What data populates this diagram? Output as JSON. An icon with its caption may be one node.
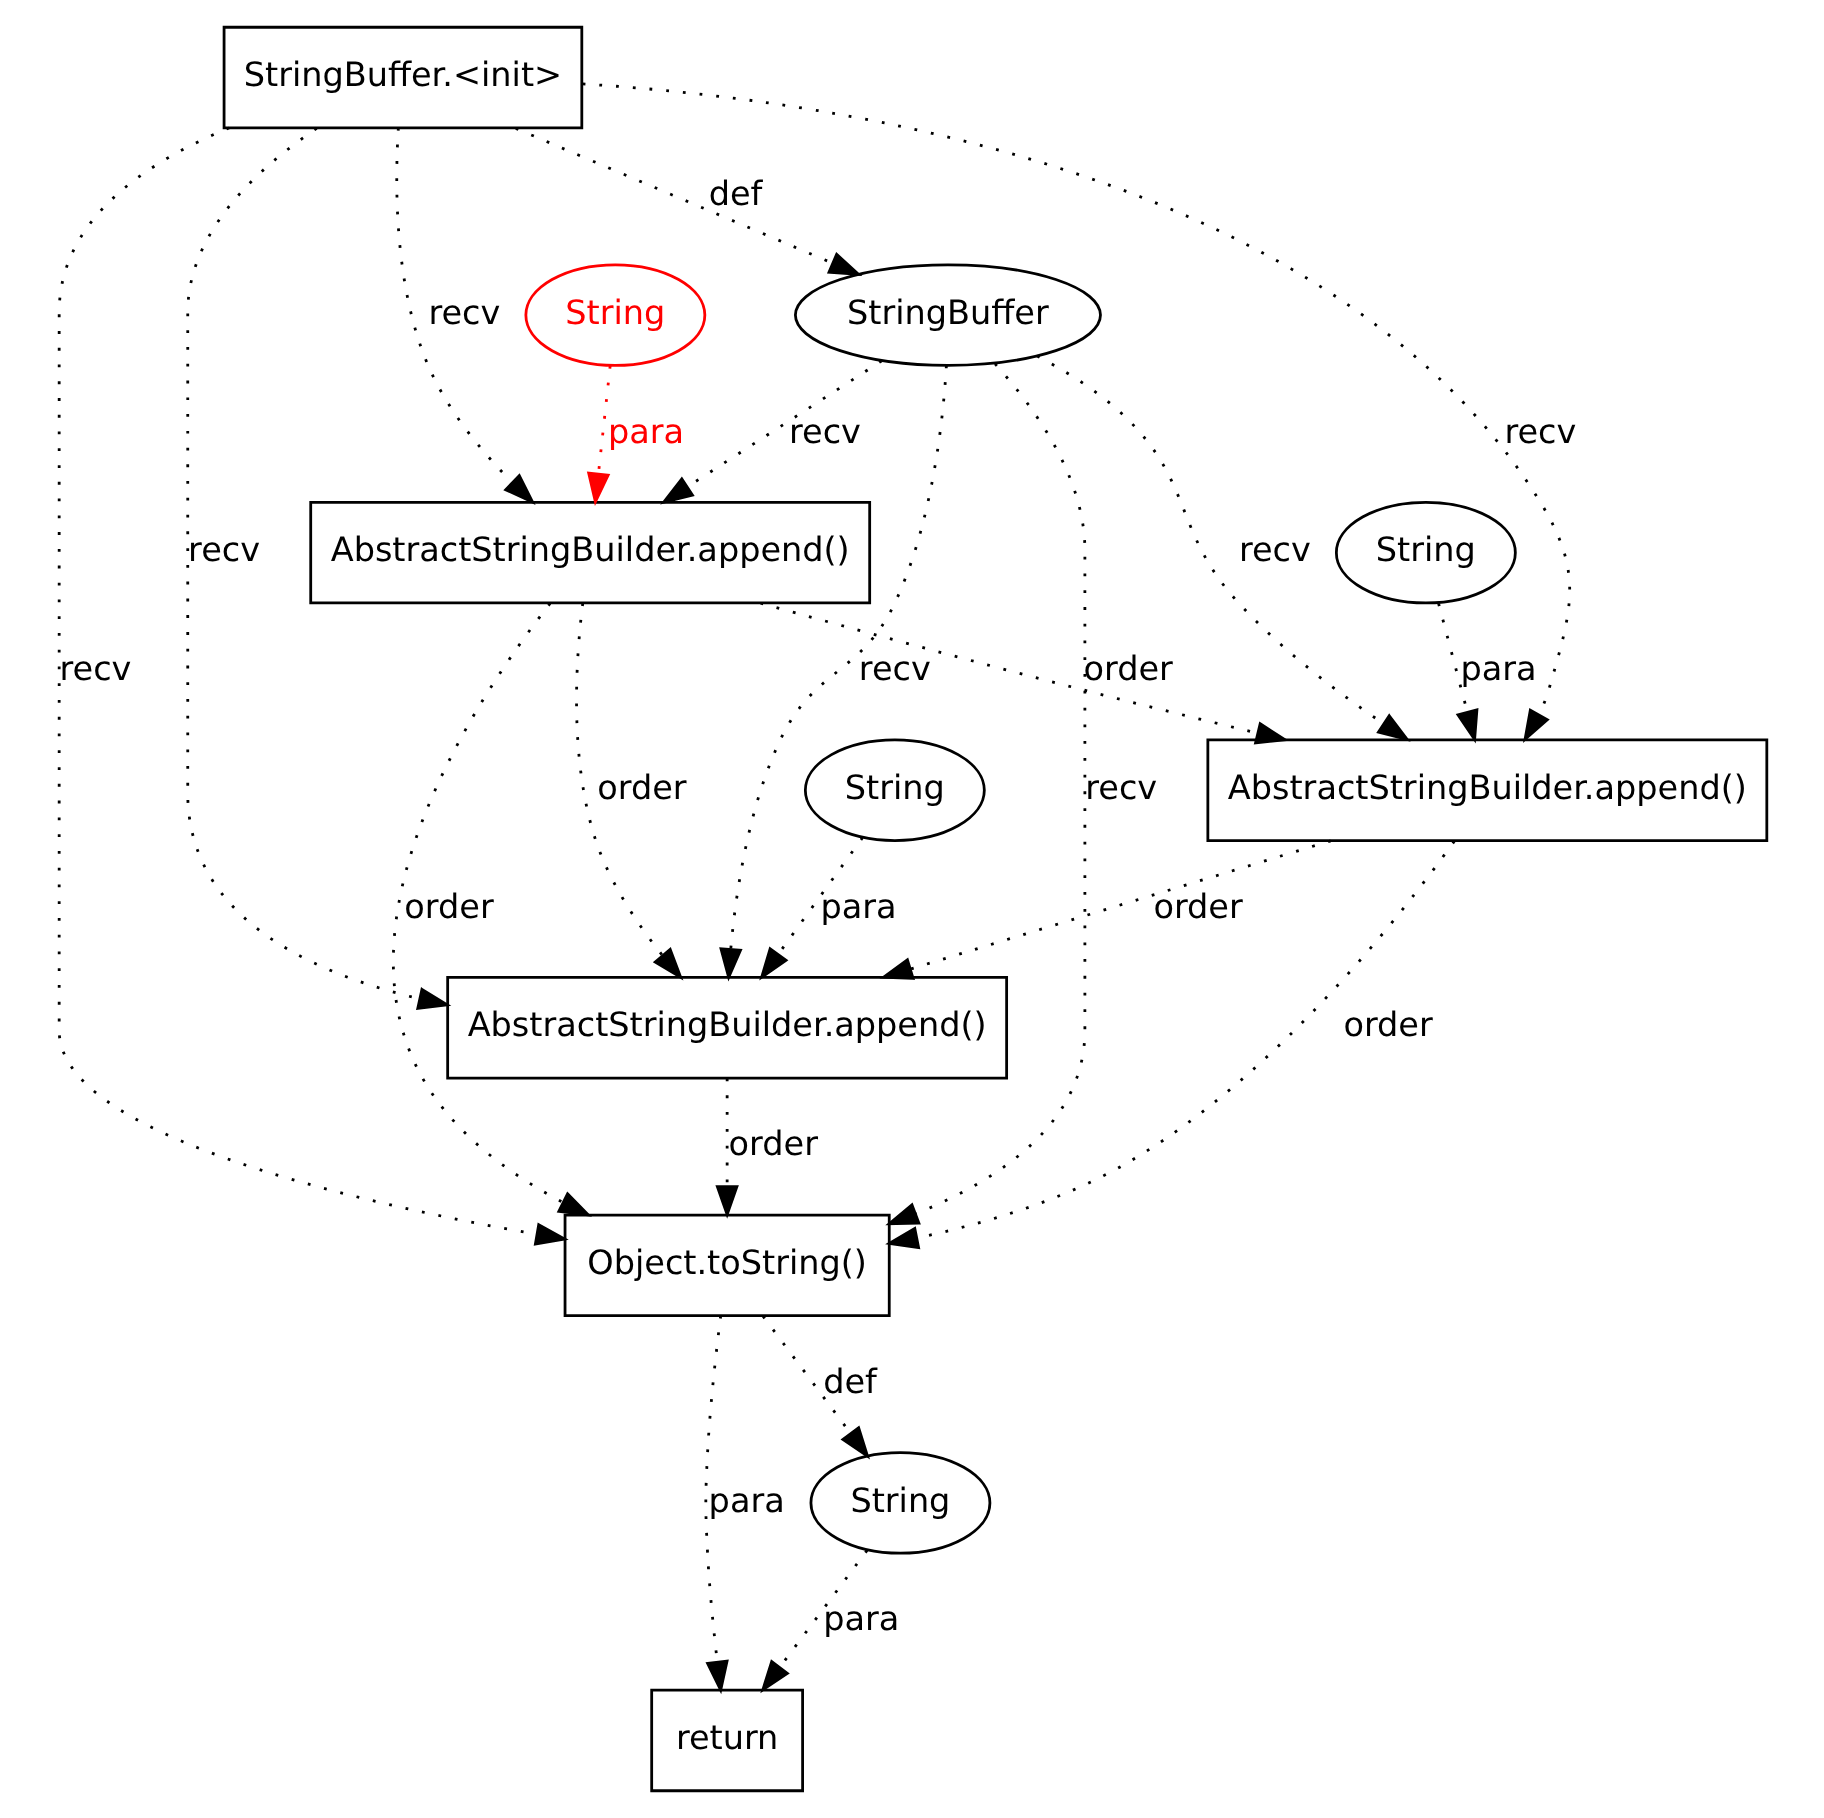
{
  "diagram": {
    "nodes": [
      {
        "text": [
          "StringBuffer.<init>"
        ]
      },
      {
        "text": [
          "StringBuffer"
        ]
      },
      {
        "text": [
          "String"
        ]
      },
      {
        "text": [
          "AbstractStringBuilder.append()"
        ]
      },
      {
        "text": [
          "String"
        ]
      },
      {
        "text": [
          "AbstractStringBuilder.append()"
        ]
      },
      {
        "text": [
          "String"
        ]
      },
      {
        "text": [
          "AbstractStringBuilder.append()"
        ]
      },
      {
        "text": [
          "Object.toString()"
        ]
      },
      {
        "text": [
          "String"
        ]
      },
      {
        "text": [
          "return"
        ]
      }
    ],
    "edges": [
      {
        "from": 0,
        "to": 1,
        "arrow": "to",
        "label": "def"
      },
      {
        "from": 0,
        "to": 3,
        "arrow": "to",
        "label": "recv"
      },
      {
        "from": 0,
        "to": 5,
        "arrow": "to",
        "label": "recv"
      },
      {
        "from": 0,
        "to": 7,
        "arrow": "to",
        "label": "recv"
      },
      {
        "from": 0,
        "to": 8,
        "arrow": "to",
        "label": "recv"
      },
      {
        "from": 1,
        "to": 3,
        "arrow": "to",
        "label": "recv"
      },
      {
        "from": 1,
        "to": 5,
        "arrow": "to",
        "label": "recv"
      },
      {
        "from": 1,
        "to": 7,
        "arrow": "to",
        "label": "recv"
      },
      {
        "from": 1,
        "to": 8,
        "arrow": "to",
        "label": "recv"
      },
      {
        "from": 2,
        "to": 3,
        "arrow": "to",
        "label": "para",
        "color": "#ff0000"
      },
      {
        "from": 4,
        "to": 5,
        "arrow": "to",
        "label": "para"
      },
      {
        "from": 6,
        "to": 7,
        "arrow": "to",
        "label": "para"
      },
      {
        "from": 3,
        "to": 5,
        "arrow": "to",
        "label": "order"
      },
      {
        "from": 3,
        "to": 7,
        "arrow": "to",
        "label": "order"
      },
      {
        "from": 3,
        "to": 8,
        "arrow": "to",
        "label": "order"
      },
      {
        "from": 5,
        "to": 7,
        "arrow": "to",
        "label": "order"
      },
      {
        "from": 5,
        "to": 8,
        "arrow": "to",
        "label": "order"
      },
      {
        "from": 7,
        "to": 8,
        "arrow": "to",
        "label": "order"
      },
      {
        "from": 8,
        "to": 9,
        "arrow": "to",
        "label": "def"
      },
      {
        "from": 8,
        "to": 10,
        "arrow": "to",
        "label": "para"
      },
      {
        "from": 9,
        "to": 10,
        "arrow": "to",
        "label": "para"
      }
    ]
  }
}
